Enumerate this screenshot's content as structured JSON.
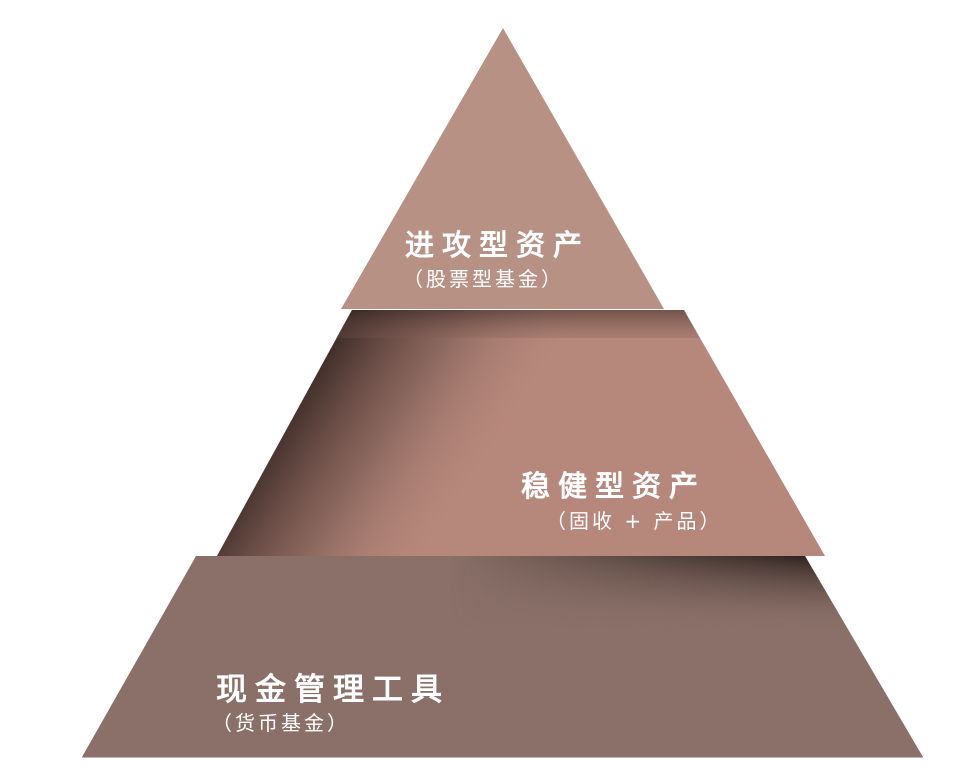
{
  "diagram": {
    "type": "pyramid",
    "layers": [
      {
        "position": "top",
        "title": "进攻型资产",
        "subtitle": "（股票型基金）",
        "color": "#b69184"
      },
      {
        "position": "middle",
        "title": "稳健型资产",
        "subtitle": "（固收 + 产品）",
        "color": "#b6877b"
      },
      {
        "position": "bottom",
        "title": "现金管理工具",
        "subtitle": "（货币基金）",
        "color": "#8a7068"
      }
    ],
    "shadow_color": "#3a2824",
    "background": "#ffffff"
  }
}
